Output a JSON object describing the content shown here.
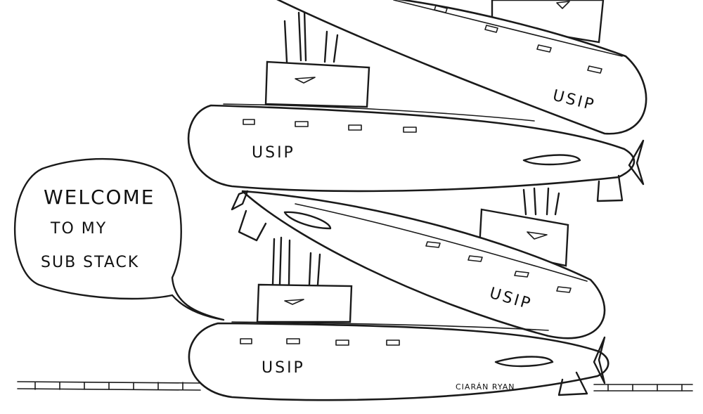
{
  "speech_bubble": {
    "line1": "WELCOME",
    "line2": "TO MY",
    "line3": "SUB STACK"
  },
  "submarines": [
    {
      "label": "USIP"
    },
    {
      "label": "USIP"
    },
    {
      "label": "USIP"
    },
    {
      "label": "USIP"
    }
  ],
  "signature": "CIARÁN RYAN",
  "colors": {
    "ink": "#1a1a1a",
    "paper": "#ffffff"
  }
}
